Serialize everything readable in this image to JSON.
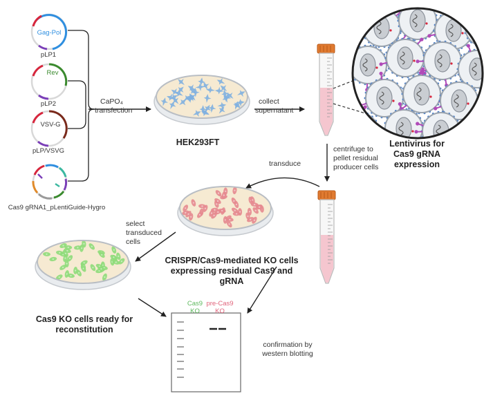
{
  "plasmids": [
    {
      "name": "pLP1",
      "insert": "Gag-Pol",
      "color": "#2f8fe0"
    },
    {
      "name": "pLP2",
      "insert": "Rev",
      "color": "#3a8a2e"
    },
    {
      "name": "pLP/VSVG",
      "insert": "VSV-G",
      "color": "#7a2a1c"
    },
    {
      "name": "Cas9 gRNA1_pLentiGuide-Hygro",
      "insert": "",
      "color": "#e08a2a"
    }
  ],
  "steps": {
    "transfection_line1": "CaPO₄",
    "transfection_line2": "transfection",
    "collect_line1": "collect",
    "collect_line2": "supernatant",
    "centrifuge_line1": "centrifuge to",
    "centrifuge_line2": "pellet residual",
    "centrifuge_line3": "producer cells",
    "transduce": "transduce",
    "select_line1": "select",
    "select_line2": "transduced",
    "select_line3": "cells",
    "confirm_line1": "confirmation by",
    "confirm_line2": "western blotting"
  },
  "labels": {
    "hek": "HEK293FT",
    "lenti_line1": "Lentivirus for",
    "lenti_line2": "Cas9 gRNA",
    "lenti_line3": "expression",
    "crispr_line1": "CRISPR/Cas9-mediated KO cells",
    "crispr_line2": "expressing residual Cas9 and",
    "crispr_line3": "gRNA",
    "ko_line1": "Cas9 KO cells ready for",
    "ko_line2": "reconstitution"
  },
  "blot": {
    "lane1_line1": "Cas9",
    "lane1_line2": "KO",
    "lane2_line1": "pre-Cas9",
    "lane2_line2": "KO",
    "lane1_color": "#5cb85c",
    "lane2_color": "#e0637a"
  },
  "colors": {
    "hek_cells": "#7fb0e0",
    "crispr_cells": "#e58a8f",
    "ko_cells": "#8fdc7a",
    "tube_cap": "#e07a30",
    "tube_liquid": "#f5c6cf",
    "virus_spike": "#b04ab8"
  }
}
